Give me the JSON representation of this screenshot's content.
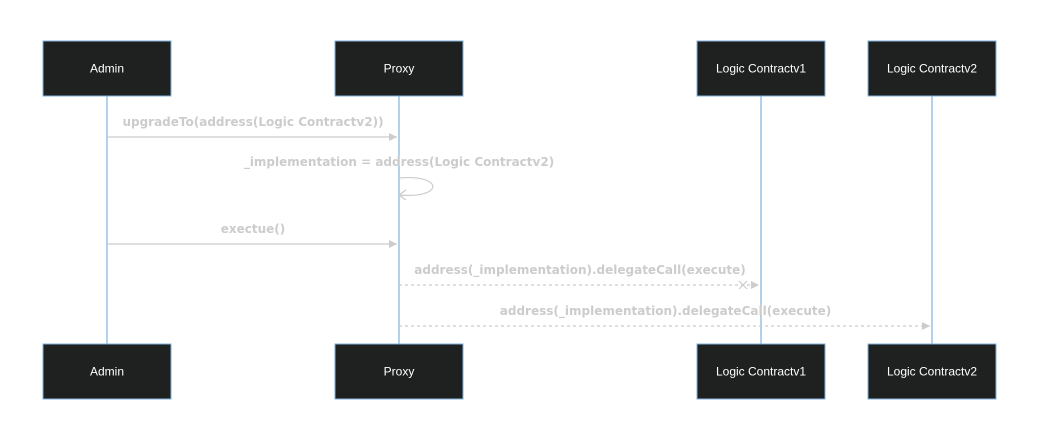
{
  "diagram": {
    "type": "sequence",
    "colors": {
      "actor_fill": "#1f2020",
      "actor_border": "#81b1db",
      "actor_text": "#ffffff",
      "lifeline": "#81b1db",
      "message": "#cccccc",
      "background": "#ffffff"
    },
    "actors": [
      {
        "id": "admin",
        "label": "Admin"
      },
      {
        "id": "proxy",
        "label": "Proxy"
      },
      {
        "id": "logic_v1",
        "label": "Logic Contractv1"
      },
      {
        "id": "logic_v2",
        "label": "Logic Contractv2"
      }
    ],
    "messages": [
      {
        "from": "admin",
        "to": "proxy",
        "text": "upgradeTo(address(Logic Contractv2))",
        "style": "solid",
        "arrow": "filled"
      },
      {
        "from": "proxy",
        "to": "proxy",
        "text": "_implementation = address(Logic Contractv2)",
        "style": "solid",
        "arrow": "open"
      },
      {
        "from": "admin",
        "to": "proxy",
        "text": "exectue()",
        "style": "solid",
        "arrow": "filled"
      },
      {
        "from": "proxy",
        "to": "logic_v1",
        "text": "address(_implementation).delegateCall(execute)",
        "style": "dotted",
        "arrow": "cross"
      },
      {
        "from": "proxy",
        "to": "logic_v2",
        "text": "address(_implementation).delegateCall(execute)",
        "style": "dotted",
        "arrow": "filled"
      }
    ]
  }
}
